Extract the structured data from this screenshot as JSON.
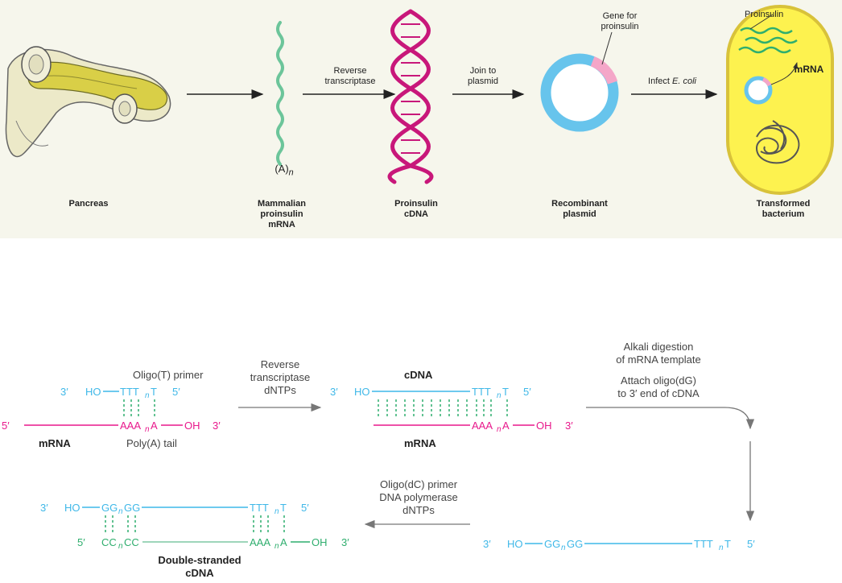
{
  "top": {
    "captions": {
      "pancreas": "Pancreas",
      "mammalian_mrna": [
        "Mammalian",
        "proinsulin",
        "mRNA"
      ],
      "proinsulin_cdna": [
        "Proinsulin",
        "cDNA"
      ],
      "recombinant_plasmid": [
        "Recombinant",
        "plasmid"
      ],
      "transformed_bacterium": [
        "Transformed",
        "bacterium"
      ]
    },
    "arrows": {
      "reverse_transcriptase": [
        "Reverse",
        "transcriptase"
      ],
      "join_to_plasmid": [
        "Join to",
        "plasmid"
      ],
      "infect_prefix": "Infect ",
      "infect_species": "E. coli"
    },
    "polya_label": "(A)",
    "polya_sub": "n",
    "gene_for_proinsulin": [
      "Gene for",
      "proinsulin"
    ],
    "proinsulin_label": "Proinsulin",
    "mrna_label": "mRNA",
    "colors": {
      "mrna": "#6cc59a",
      "cdna": "#c8177a",
      "plasmid_blue": "#67c4ec",
      "plasmid_pink": "#f4a6c8",
      "cell": "#fdf24f",
      "cell_border": "#d8c23a"
    }
  },
  "bottom": {
    "step1": {
      "oligo_t_primer": "Oligo(T) primer",
      "three_prime": "3′",
      "five_prime": "5′",
      "ho": "HO",
      "ttt": "TTT",
      "n": "n",
      "t": "T",
      "aaa": "AAA",
      "a": "A",
      "oh": "OH",
      "mrna": "mRNA",
      "polya_tail": "Poly(A) tail"
    },
    "arrow1_label": [
      "Reverse",
      "transcriptase",
      "dNTPs"
    ],
    "step2": {
      "cdna": "cDNA",
      "mrna": "mRNA"
    },
    "arrow2_label": [
      "Alkali digestion",
      "of mRNA template",
      "Attach oligo(dG)",
      "to 3′ end of cDNA"
    ],
    "step3": {
      "gg": "GG",
      "g": "GG"
    },
    "arrow3_label": [
      "Oligo(dC) primer",
      "DNA polymerase",
      "dNTPs"
    ],
    "step4": {
      "cc": "CC",
      "cc2": "CC",
      "double_stranded": [
        "Double-stranded",
        "cDNA"
      ]
    },
    "colors": {
      "cyan": "#3fb8e8",
      "magenta": "#e8198c",
      "green": "#2fae6e",
      "arrow": "#777777"
    }
  }
}
